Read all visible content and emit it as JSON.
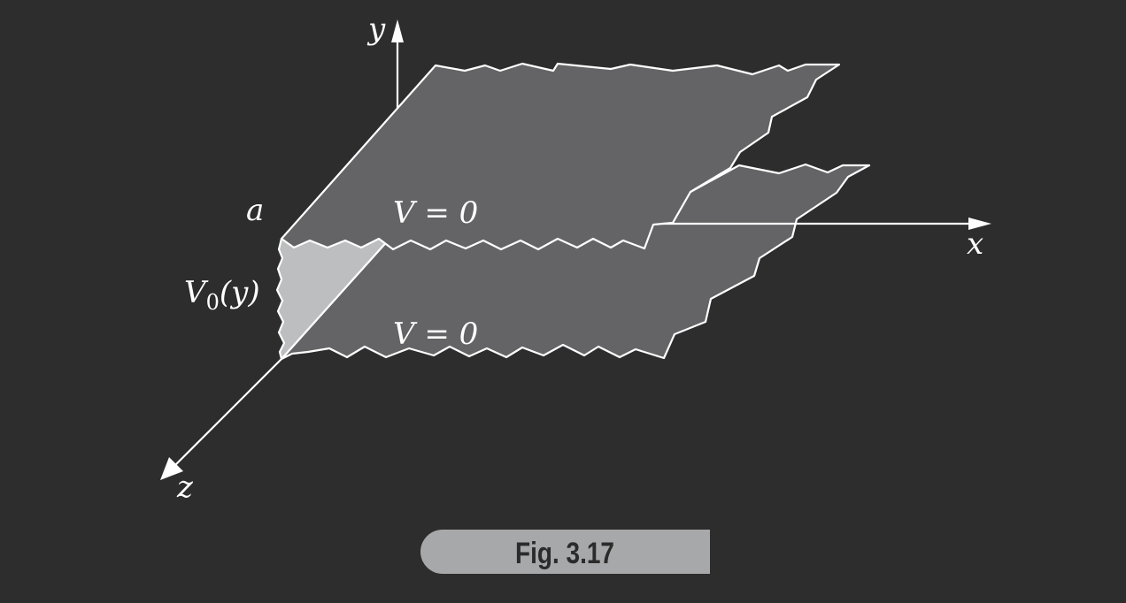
{
  "figure": {
    "caption": "Fig. 3.17",
    "labels": {
      "y_axis": "y",
      "x_axis": "x",
      "z_axis": "z",
      "plate_separation": "a",
      "potential_base": "V",
      "potential_subscript": "0",
      "potential_arg": "(y)",
      "top_plate": "V = 0",
      "bottom_plate": "V = 0"
    }
  },
  "colors": {
    "background": "#2d2d2d",
    "plate_fill": "#646466",
    "end_face_fill": "#bdbec0",
    "outline": "#ffffff",
    "caption_fill": "#a7a8aa",
    "caption_text": "#2b2b2b"
  }
}
